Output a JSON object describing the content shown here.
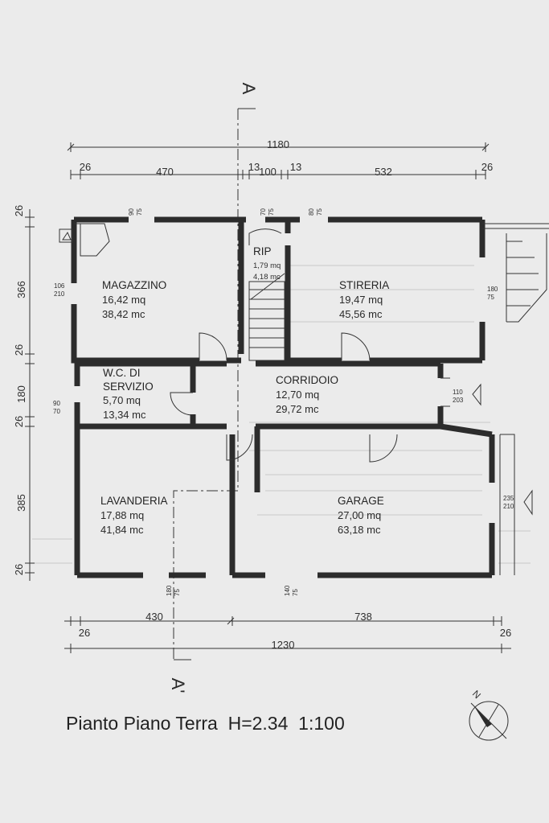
{
  "title": "Pianto Piano Terra  H=2.34  1:100",
  "section_marks": {
    "top": "A",
    "bottom": "A'"
  },
  "north_label": "N",
  "rooms": [
    {
      "id": "magazzino",
      "name": "MAGAZZINO",
      "area": "16,42 mq",
      "volume": "38,42 mc"
    },
    {
      "id": "rip",
      "name": "RIP",
      "area": "1,79 mq",
      "volume": "4,18 mc"
    },
    {
      "id": "stireria",
      "name": "STIRERIA",
      "area": "19,47 mq",
      "volume": "45,56 mc"
    },
    {
      "id": "wc",
      "name_line1": "W.C. DI",
      "name_line2": "SERVIZIO",
      "area": "5,70 mq",
      "volume": "13,34 mc"
    },
    {
      "id": "corridoio",
      "name": "CORRIDOIO",
      "area": "12,70 mq",
      "volume": "29,72 mc"
    },
    {
      "id": "lavanderia",
      "name": "LAVANDERIA",
      "area": "17,88 mq",
      "volume": "41,84 mc"
    },
    {
      "id": "garage",
      "name": "GARAGE",
      "area": "27,00 mq",
      "volume": "63,18 mc"
    }
  ],
  "dimensions": {
    "top_total": "1180",
    "top_parts": [
      "26",
      "470",
      "13",
      "100",
      "13",
      "532",
      "26"
    ],
    "bottom_parts": [
      "26",
      "430",
      "738",
      "26"
    ],
    "bottom_total": "1230",
    "left_parts": [
      "26",
      "366",
      "26",
      "180",
      "26",
      "385",
      "26"
    ]
  },
  "openings": {
    "magazzino_window": [
      "90",
      "75"
    ],
    "rip_window": [
      "70",
      "75"
    ],
    "stireria_window": [
      "80",
      "75"
    ],
    "magazzino_left": [
      "106",
      "210"
    ],
    "stireria_right": [
      "180",
      "75"
    ],
    "wc_left": [
      "90",
      "70"
    ],
    "corridoio_right": [
      "110",
      "203"
    ],
    "garage_right": [
      "235",
      "210"
    ],
    "lavanderia_bottom": [
      "180",
      "75"
    ],
    "garage_bottom": [
      "140",
      "75"
    ]
  }
}
